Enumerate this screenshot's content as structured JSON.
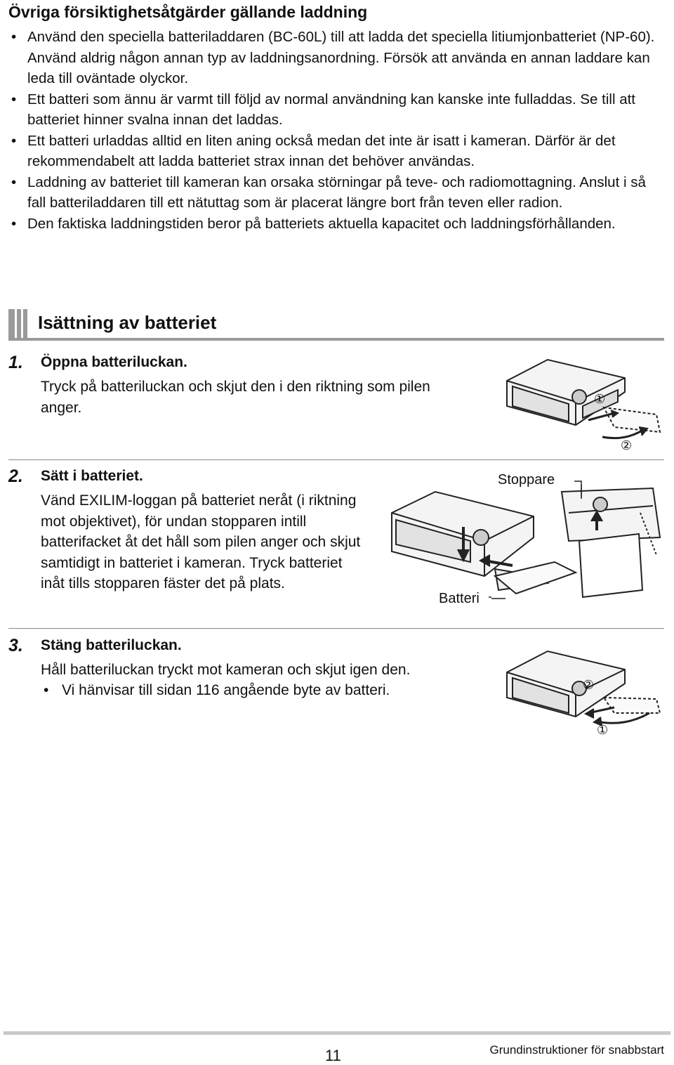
{
  "section": {
    "title": "Övriga försiktighetsåtgärder gällande laddning",
    "bullets": [
      "Använd den speciella batteriladdaren (BC-60L) till att ladda det speciella litiumjonbatteriet (NP-60). Använd aldrig någon annan typ av laddningsanordning. Försök att använda en annan laddare kan leda till oväntade olyckor.",
      "Ett batteri som ännu är varmt till följd av normal användning kan kanske inte fulladdas. Se till att batteriet hinner svalna innan det laddas.",
      "Ett batteri urladdas alltid en liten aning också medan det inte är isatt i kameran. Därför är det rekommendabelt att ladda batteriet strax innan det behöver användas.",
      "Laddning av batteriet till kameran kan orsaka störningar på teve- och radiomottagning. Anslut i så fall batteriladdaren till ett nätuttag som är placerat längre bort från teven eller radion.",
      "Den faktiska laddningstiden beror på batteriets aktuella kapacitet och laddningsförhållanden."
    ],
    "bullet_char": "•"
  },
  "heading2": "Isättning av batteriet",
  "steps": [
    {
      "number": "1.",
      "title": "Öppna batteriluckan.",
      "body": "Tryck på batteriluckan och skjut den i den riktning som pilen anger.",
      "markers": [
        "①",
        "②"
      ]
    },
    {
      "number": "2.",
      "title": "Sätt i batteriet.",
      "body": "Vänd EXILIM-loggan på batteriet neråt (i riktning mot objektivet), för undan stopparen intill batterifacket åt det håll som pilen anger och skjut samtidigt in batteriet i kameran. Tryck batteriet inåt tills stopparen fäster det på plats.",
      "labels": {
        "stopper": "Stoppare",
        "battery": "Batteri"
      }
    },
    {
      "number": "3.",
      "title": "Stäng batteriluckan.",
      "body": "Håll batteriluckan tryckt mot kameran och skjut igen den.",
      "sub_bullet": "Vi hänvisar till sidan 116 angående byte av batteri.",
      "markers": [
        "②",
        "①"
      ]
    }
  ],
  "footer": {
    "page_number": "11",
    "text": "Grundinstruktioner för snabbstart"
  }
}
